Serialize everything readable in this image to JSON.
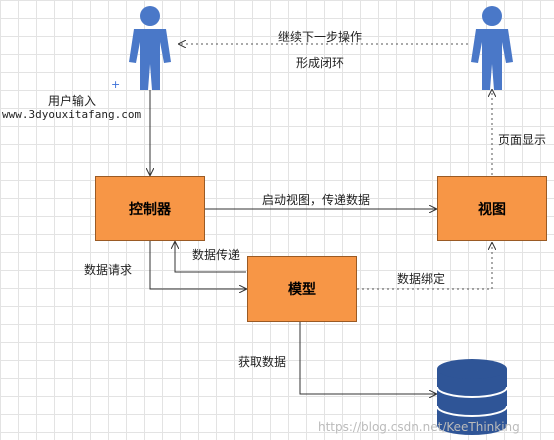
{
  "nodes": {
    "controller": "控制器",
    "view": "视图",
    "model": "模型"
  },
  "edges": {
    "user_input": "用户输入",
    "start_view": "启动视图，传递数据",
    "continue_next": "继续下一步操作",
    "form_loop": "形成闭环",
    "page_display": "页面显示",
    "data_request": "数据请求",
    "data_transfer": "数据传递",
    "data_binding": "数据绑定",
    "get_data": "获取数据"
  },
  "overlay": {
    "url": "www.3dyouxitafang.com",
    "plus": "+",
    "watermark": "https://blog.csdn.net/KeeThinking"
  },
  "colors": {
    "box_fill": "#f79646",
    "actor_fill": "#4a78c8",
    "db_fill": "#2f5597"
  }
}
